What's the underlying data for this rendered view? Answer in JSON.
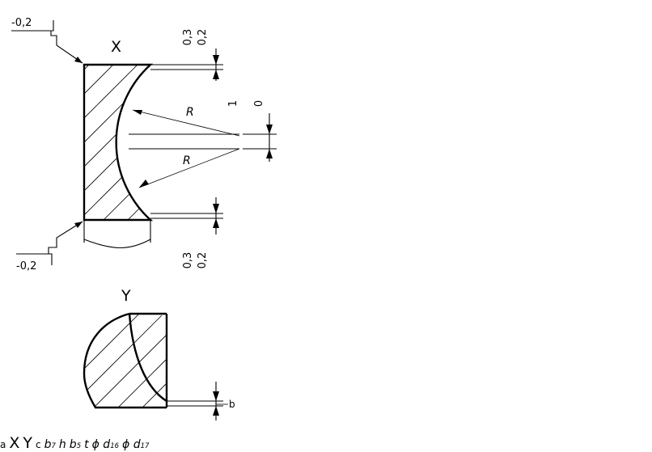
{
  "tolerances": {
    "flat_tol": "-0,2",
    "bevel_upper": "0,3",
    "bevel_lower": "0,2",
    "center_upper": "1",
    "center_lower": "0"
  },
  "views": {
    "x": "X",
    "y": "Y"
  },
  "labels": {
    "radius": "R",
    "a": "a",
    "b": "b",
    "c": "c",
    "t": "t"
  },
  "dims": {
    "b5": {
      "main": "b",
      "sub": "5"
    },
    "b7": {
      "main": "b",
      "sub": "7"
    },
    "h": "h",
    "d16": {
      "prefix": "ϕ d",
      "sub": "16"
    },
    "d17": {
      "prefix": "ϕ d",
      "sub": "17"
    }
  }
}
